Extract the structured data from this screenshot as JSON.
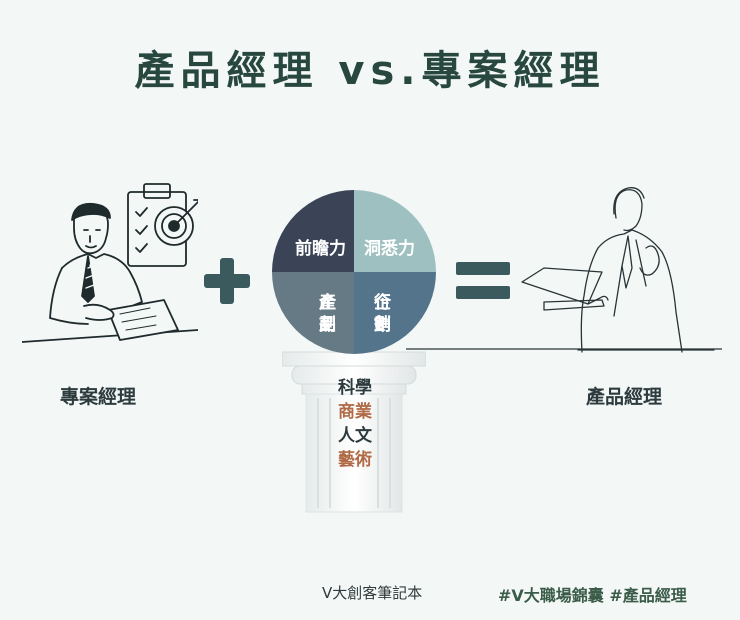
{
  "title": "產品經理 vs.專案經理",
  "left_label": "專案經理",
  "right_label": "產品經理",
  "circle": {
    "top_left": "前瞻力",
    "top_right": "洞悉力",
    "bottom_left_1": "產品",
    "bottom_left_2": "企劃",
    "bottom_right_1": "行銷",
    "bottom_right_2": "企劃"
  },
  "pillar": {
    "items": [
      {
        "text": "科學",
        "color": "#2d3b3e"
      },
      {
        "text": "商業",
        "color": "#b06a45"
      },
      {
        "text": "人文",
        "color": "#2d3b3e"
      },
      {
        "text": "藝術",
        "color": "#b06a45"
      }
    ]
  },
  "credit": "V大創客筆記本",
  "hashtags": "#V大職場錦囊 #產品經理",
  "icons": [
    "project-manager-illustration",
    "clipboard-target-icon",
    "plus-icon",
    "equals-icon",
    "product-manager-illustration",
    "pillar-icon"
  ]
}
